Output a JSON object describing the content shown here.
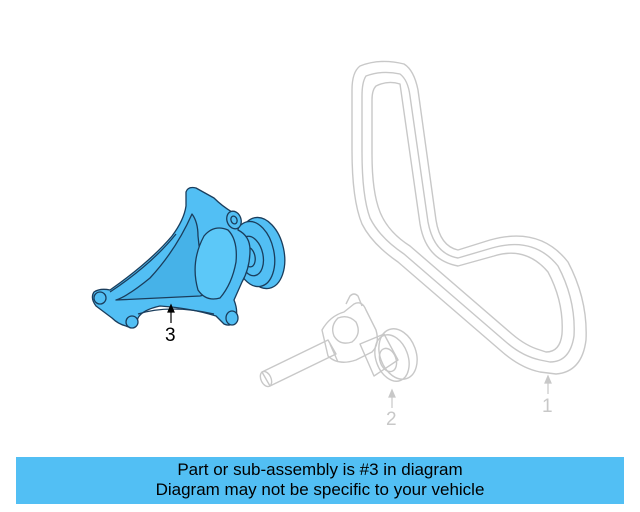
{
  "colors": {
    "highlight": "#52bff4",
    "ghost": "#c8c8c8",
    "banner_bg": "#52bff4",
    "text": "#000000"
  },
  "callouts": [
    {
      "id": "3",
      "label": "3",
      "highlighted": true
    },
    {
      "id": "2",
      "label": "2",
      "highlighted": false
    },
    {
      "id": "1",
      "label": "1",
      "highlighted": false
    }
  ],
  "banner": {
    "line1": "Part or sub-assembly is #3 in diagram",
    "line2": "Diagram may not be specific to your vehicle"
  }
}
